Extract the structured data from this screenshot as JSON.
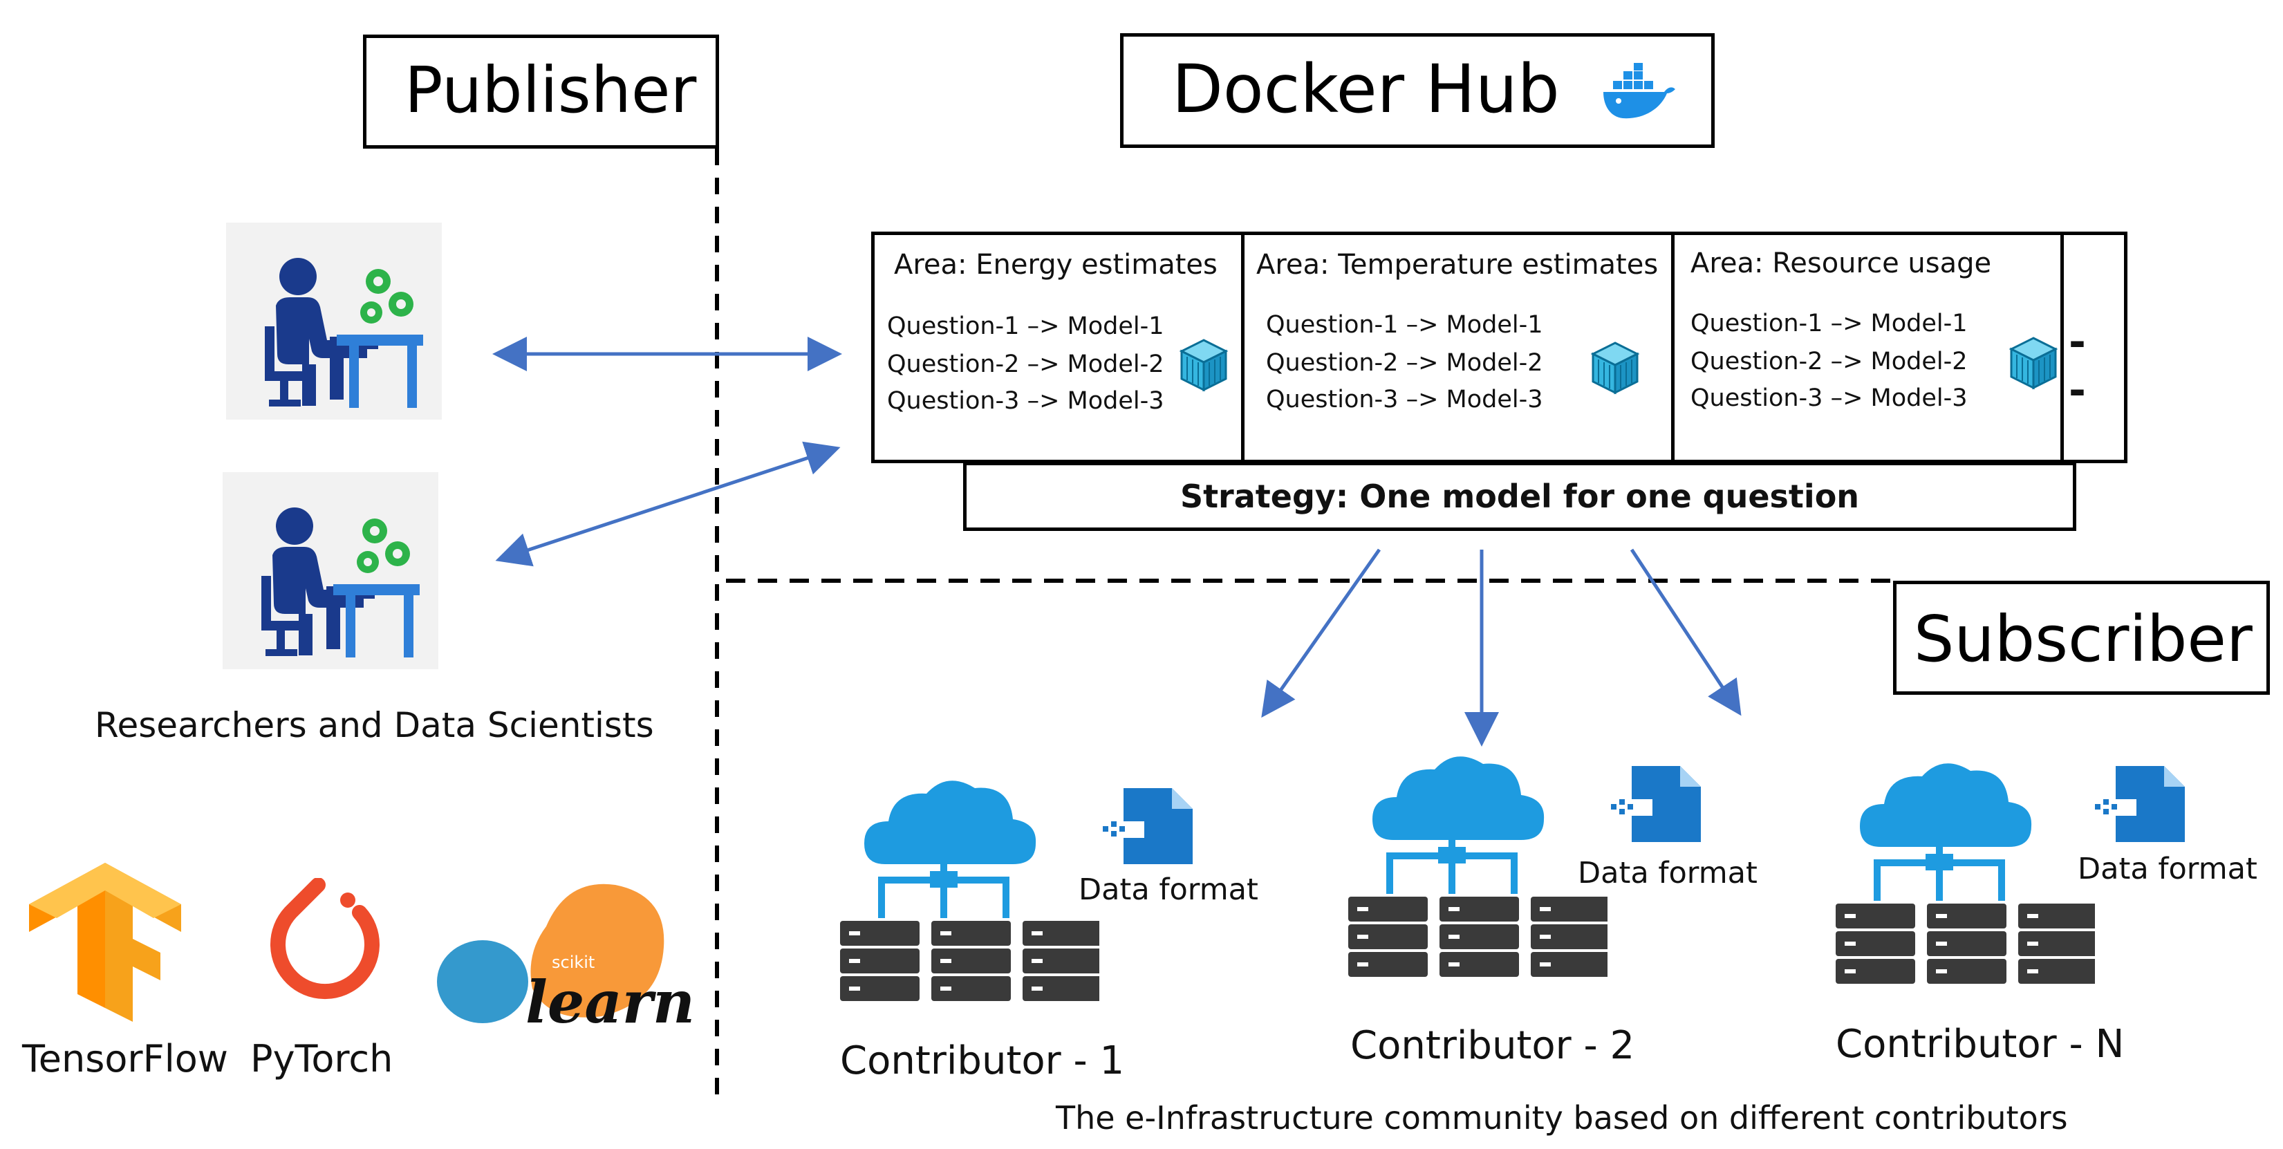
{
  "publisher": {
    "title": "Publisher"
  },
  "docker_hub": {
    "title": "Docker Hub",
    "logo_icon": "docker-whale-icon"
  },
  "subscriber": {
    "title": "Subscriber"
  },
  "areas": [
    {
      "title": "Area: Energy estimates",
      "questions": [
        "Question-1 –> Model-1",
        "Question-2 –> Model-2",
        "Question-3 –> Model-3"
      ]
    },
    {
      "title": "Area: Temperature estimates",
      "questions": [
        "Question-1 –> Model-1",
        "Question-2 –> Model-2",
        "Question-3 –> Model-3"
      ]
    },
    {
      "title": "Area: Resource usage",
      "questions": [
        "Question-1 –> Model-1",
        "Question-2 –> Model-2",
        "Question-3 –> Model-3"
      ]
    }
  ],
  "more_indicator": "- -",
  "strategy": "Strategy: One model for one question",
  "researchers_label": "Researchers and Data Scientists",
  "frameworks": [
    "TensorFlow",
    "PyTorch"
  ],
  "sklearn": {
    "small": "scikit",
    "big": "learn"
  },
  "contributors": [
    {
      "name": "Contributor - 1",
      "data_format": "Data format"
    },
    {
      "name": "Contributor - 2",
      "data_format": "Data format"
    },
    {
      "name": "Contributor - N",
      "data_format": "Data format"
    }
  ],
  "community_caption": "The e-Infrastructure community based on different contributors",
  "colors": {
    "arrow": "#4472c4",
    "icon_navy": "#1a3a8c",
    "gear_green": "#2db34a",
    "cloud_blue": "#1e9be0",
    "server_dark": "#3a3a3a",
    "doc_blue": "#1a78c8",
    "tf_orange": "#f7a21b",
    "pytorch_red": "#ee4c2c",
    "sklearn_orange": "#f89939",
    "sklearn_blue": "#3499cd"
  }
}
